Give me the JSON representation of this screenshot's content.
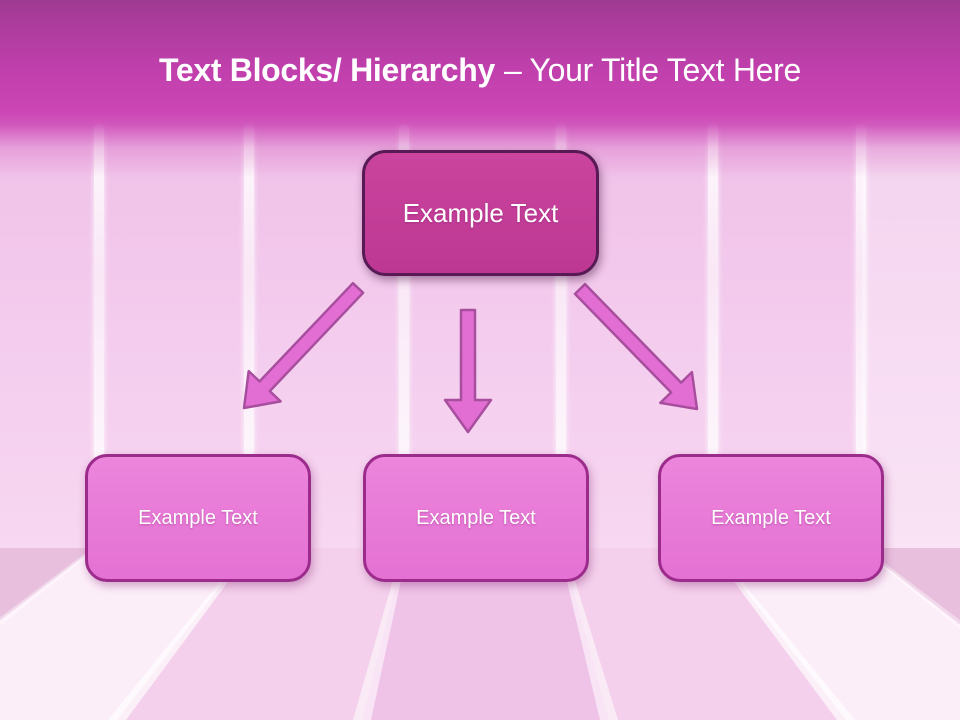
{
  "slide": {
    "title": {
      "bold": "Text Blocks/ Hierarchy",
      "rest": "– Your Title Text Here"
    },
    "diagram": {
      "type": "hierarchy",
      "root": {
        "label": "Example Text"
      },
      "arrows": [
        "down-left",
        "down",
        "down-right"
      ],
      "children": [
        {
          "label": "Example Text"
        },
        {
          "label": "Example Text"
        },
        {
          "label": "Example Text"
        }
      ]
    },
    "colors": {
      "header_magenta": "#c243b2",
      "header_dark": "#9e3a90",
      "wall_pink": "#f2c6ec",
      "floor_light": "#fceef9",
      "root_box_fill": "#c33f97",
      "root_box_border": "#571a55",
      "child_box_fill": "#e678d6",
      "child_box_border": "#9c2c8c",
      "arrow_fill": "#e36ed3",
      "arrow_border": "#a84e9e",
      "text_white": "#ffffff"
    }
  }
}
